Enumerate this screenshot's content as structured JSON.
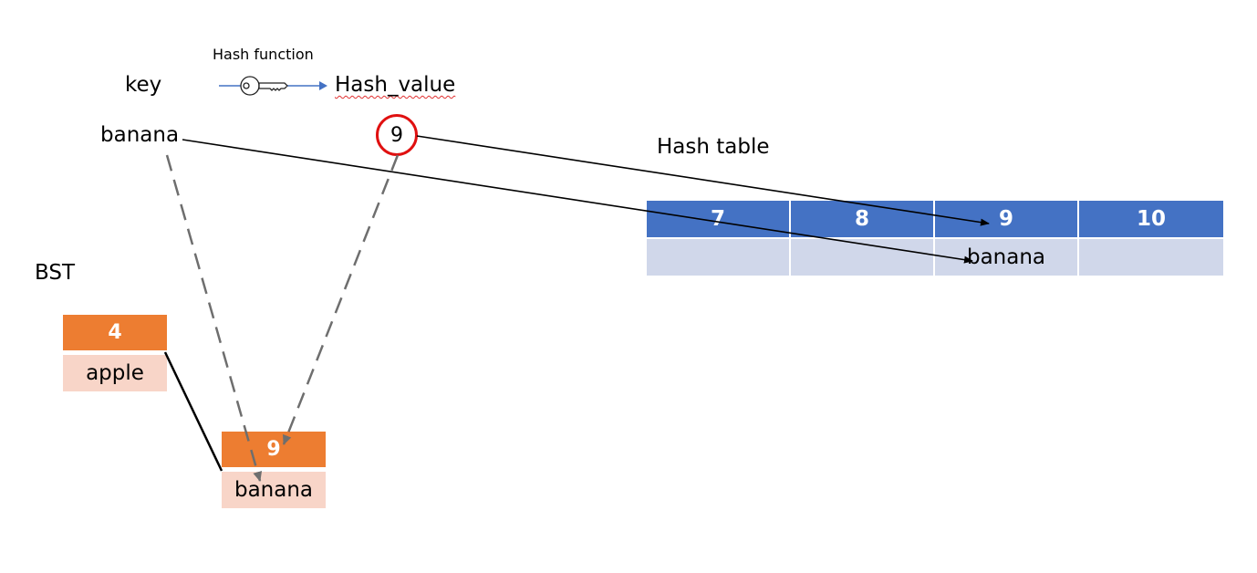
{
  "header": {
    "hash_function_label": "Hash function",
    "key_label": "key",
    "hash_value_label": "Hash_value"
  },
  "example": {
    "key": "banana",
    "hash_value": "9"
  },
  "hash_table": {
    "title": "Hash table",
    "indices": [
      "7",
      "8",
      "9",
      "10"
    ],
    "values": [
      "",
      "",
      "banana",
      ""
    ]
  },
  "bst": {
    "title": "BST",
    "nodes": [
      {
        "key": "4",
        "value": "apple"
      },
      {
        "key": "9",
        "value": "banana"
      }
    ]
  },
  "icons": [
    "key-icon"
  ],
  "colors": {
    "table_header": "#4472c4",
    "table_body": "#d0d7ea",
    "node_key": "#ed7d31",
    "node_value": "#f8d5c8",
    "hash_circle": "#e01010",
    "flow_arrow": "#4472c4"
  }
}
